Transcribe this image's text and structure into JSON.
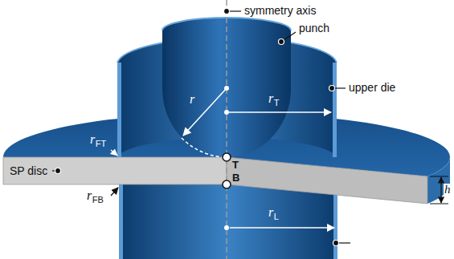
{
  "diagram": {
    "labels": [
      "symmetry axis",
      "punch",
      "r",
      "r",
      "T",
      "upper die",
      "r",
      "FT",
      "T",
      "B",
      "SP disc",
      "r",
      "FB",
      "r",
      "L",
      "h"
    ]
  }
}
